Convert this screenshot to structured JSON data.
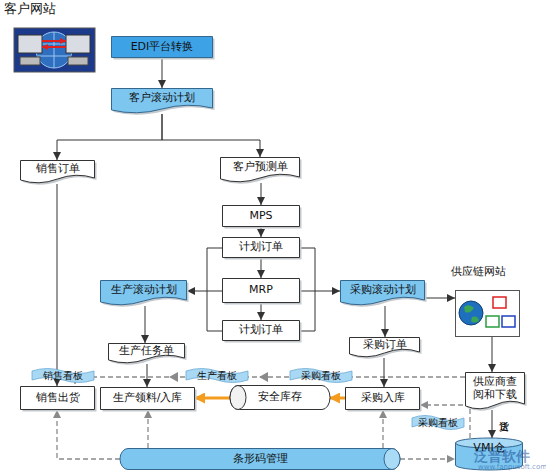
{
  "diagram": {
    "nodes": [
      {
        "text": [
          "EDI平台转换"
        ]
      },
      {
        "text": [
          "客户滚动计划"
        ]
      },
      {
        "text": [
          "销售订单"
        ]
      },
      {
        "text": [
          "客户预测单"
        ]
      },
      {
        "text": [
          "MPS"
        ]
      },
      {
        "text": [
          "计划订单"
        ]
      },
      {
        "text": [
          "MRP"
        ]
      },
      {
        "text": [
          "生产滚动计划"
        ]
      },
      {
        "text": [
          "采购滚动计划"
        ]
      },
      {
        "text": [
          "供应链网站"
        ]
      },
      {
        "text": [
          "计划订单"
        ]
      },
      {
        "text": [
          "生产任务单"
        ]
      },
      {
        "text": [
          "采购订单"
        ]
      },
      {
        "text": [
          "销售看板"
        ]
      },
      {
        "text": [
          "生产看板"
        ]
      },
      {
        "text": [
          "采购看板"
        ]
      },
      {
        "text": [
          "供应商查阅和下载"
        ]
      },
      {
        "text": [
          "销售出货"
        ]
      },
      {
        "text": [
          "生产领料/入库"
        ]
      },
      {
        "text": [
          "安全库存"
        ]
      },
      {
        "text": [
          "采购入库"
        ]
      },
      {
        "text": [
          "采购看板"
        ]
      },
      {
        "text": [
          "条形码管理"
        ]
      },
      {
        "text": [
          "VMI仓"
        ]
      }
    ],
    "edges": [
      {
        "from": 0,
        "to": 1,
        "arrow": "to"
      },
      {
        "from": 1,
        "to": 2,
        "arrow": "to"
      },
      {
        "from": 1,
        "to": 3,
        "arrow": "to"
      },
      {
        "from": 2,
        "to": 17,
        "arrow": "to"
      },
      {
        "from": 3,
        "to": 4,
        "arrow": "to"
      },
      {
        "from": 4,
        "to": 5,
        "arrow": "to"
      },
      {
        "from": 5,
        "to": 6,
        "arrow": "to"
      },
      {
        "from": 6,
        "to": 10,
        "arrow": "to"
      },
      {
        "from": 6,
        "to": 7,
        "arrow": "to"
      },
      {
        "from": 6,
        "to": 8,
        "arrow": "to"
      },
      {
        "from": 8,
        "to": 9,
        "arrow": "to"
      },
      {
        "from": 8,
        "to": 12,
        "arrow": "to"
      },
      {
        "from": 7,
        "to": 11,
        "arrow": "to"
      },
      {
        "from": 11,
        "to": 18,
        "arrow": "to"
      },
      {
        "from": 12,
        "to": 20,
        "arrow": "to"
      },
      {
        "from": 9,
        "to": 16,
        "arrow": "to"
      },
      {
        "from": 16,
        "to": 23,
        "label": "送货",
        "arrow": "to"
      },
      {
        "from": 20,
        "to": 19,
        "arrow": "to"
      },
      {
        "from": 19,
        "to": 18,
        "arrow": "to"
      },
      {
        "from": 22,
        "to": 17,
        "arrow": "to"
      },
      {
        "from": 22,
        "to": 18,
        "arrow": "to"
      },
      {
        "from": 22,
        "to": 20,
        "arrow": "to"
      },
      {
        "from": 22,
        "to": 23,
        "arrow": "to"
      },
      {
        "from": 23,
        "to": 20,
        "arrow": "to"
      }
    ],
    "labels": [
      "客户网站",
      "泛普软件",
      "www.fanpusoft.com"
    ]
  }
}
